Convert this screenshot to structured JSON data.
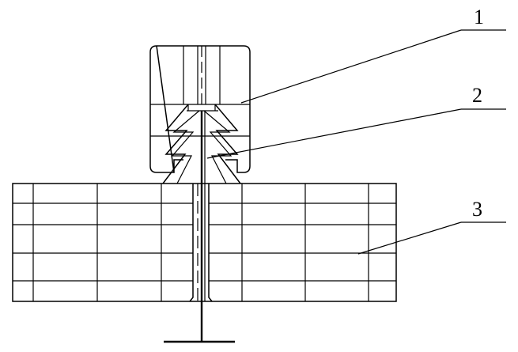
{
  "colors": {
    "line": "#000000",
    "background": "#ffffff"
  },
  "callouts": [
    {
      "id": "callout-1",
      "label": "1"
    },
    {
      "id": "callout-2",
      "label": "2"
    },
    {
      "id": "callout-3",
      "label": "3"
    }
  ]
}
